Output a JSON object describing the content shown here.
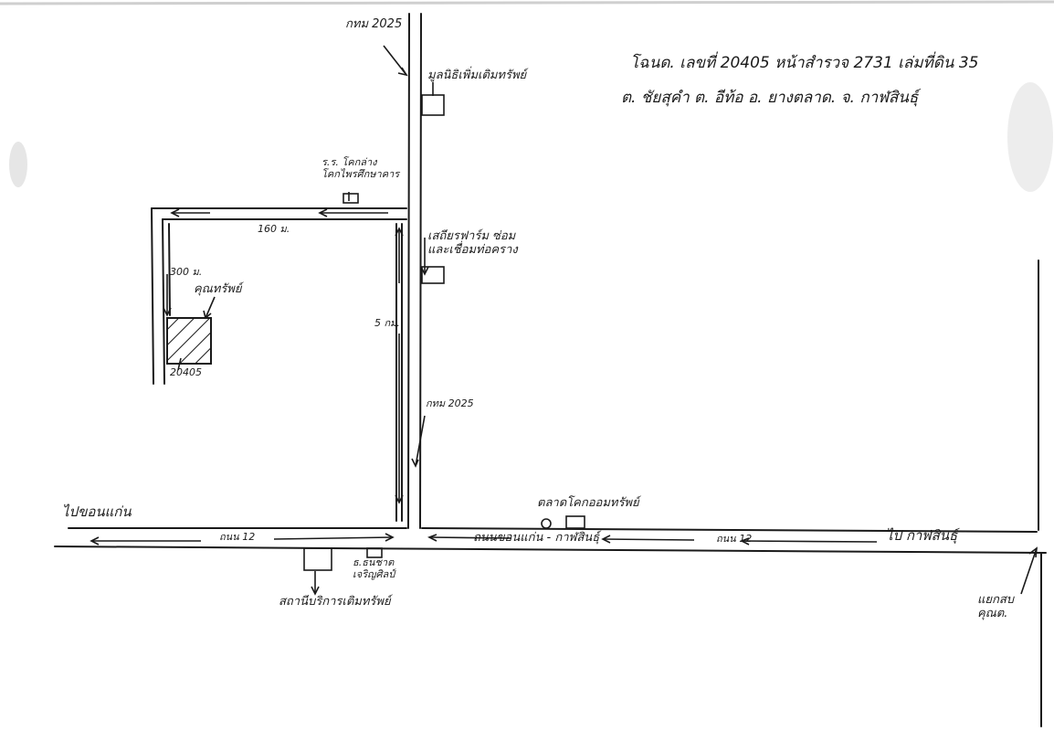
{
  "header": {
    "line1": "โฉนด. เลขที่  20405  หน้าสำรวจ      2731  เล่มที่ดิน     35",
    "line2": "ต. ชัยสุคำ  ต. อีท้อ     อ. ยางตลาด.    จ. กาฬสินธุ์"
  },
  "labels": {
    "road_2025_top": "กทม 2025",
    "landmark_top": "มูลนิธิเพิ่มเติมทรัพย์",
    "school": "ร.ร. โคกล่าง\nโคกไพรศึกษาคาร",
    "plot_width": "160 ม.",
    "plot_side": "300 ม.",
    "plot_owner": "คุณทรัพย์",
    "plot_depth": "5 กม.",
    "parcel_no": "20405",
    "road_2025_mid": "กทม 2025",
    "shop_mid": "เสถียรฟาร์ม ซ่อม\nและเชื่อมท่อคราง",
    "to_khonkaen": "ไปขอนแก่น",
    "road_12_left": "ถนน 12",
    "road_khonkaen_kalasin": "ถนนขอนแก่น - กาฬสินธุ์",
    "road_12_right": "ถนน 12",
    "to_kalasin": "ไป กาฬสินธุ์",
    "bank": "ธ.ธนชาต\nเจริญศิลป์",
    "gas_station": "สถานีบริการเติมทรัพย์",
    "market": "ตลาดโคกออมทรัพย์",
    "junction": "แยกสบ\nคุณต."
  }
}
